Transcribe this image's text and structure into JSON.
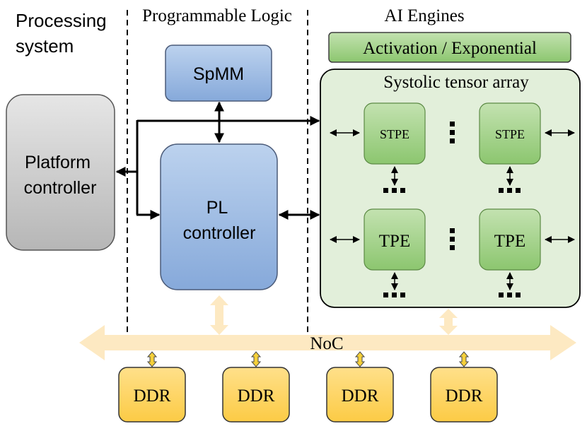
{
  "regions": {
    "processing_system": [
      "Processing",
      "system"
    ],
    "programmable_logic": "Programmable Logic",
    "ai_engines": "AI Engines"
  },
  "blocks": {
    "activation": "Activation / Exponential",
    "systolic_array": "Systolic tensor array",
    "spmm": "SpMM",
    "platform_controller": [
      "Platform",
      "controller"
    ],
    "pl_controller": [
      "PL",
      "controller"
    ],
    "noc": "NoC",
    "stpe": "STPE",
    "tpe": "TPE",
    "ddr": "DDR"
  },
  "colors": {
    "gray_block": "#c9c9c9",
    "blue_block": "#8fb1de",
    "green_block": "#96cc7e",
    "array_bg": "#e2efda",
    "noc": "#fde9c2",
    "ddr": "#fdd35c",
    "arrow_yellow": "#f5d03a"
  }
}
